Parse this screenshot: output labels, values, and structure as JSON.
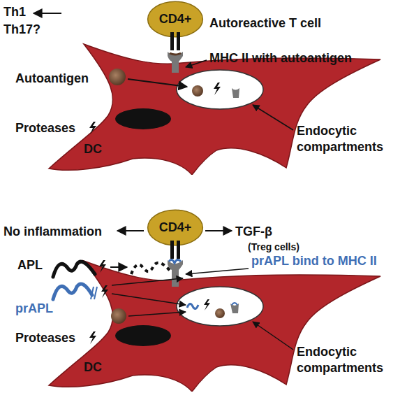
{
  "diagram": {
    "nodes": [
      {
        "text": [
          "CD4+"
        ]
      },
      {
        "text": [
          "DC"
        ]
      },
      {
        "text": [
          "CD4+"
        ]
      },
      {
        "text": [
          "DC"
        ]
      }
    ],
    "labels": [
      "Th1",
      "Th17?",
      "Autoreactive T cell",
      "MHC II with autoantigen",
      "Autoantigen",
      "Proteases",
      "Endocytic compartments",
      "No inflammation",
      "TGF-β",
      "(Treg cells)",
      "APL",
      "prAPL",
      "prAPL bind to MHC II",
      "Proteases",
      "Endocytic compartments"
    ]
  }
}
